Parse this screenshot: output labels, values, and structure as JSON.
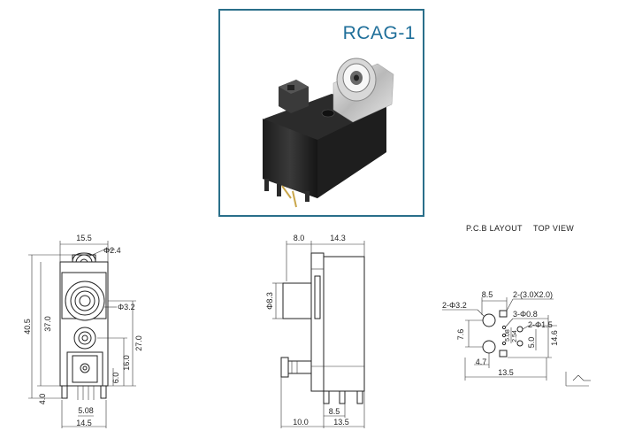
{
  "product": {
    "code": "RCAG-1"
  },
  "pcb": {
    "layout_label": "P.C.B LAYOUT",
    "view_label": "TOP VIEW"
  },
  "front_view": {
    "d_top_width": "15.5",
    "d_hole": "Φ2.4",
    "d_jack": "Φ3.2",
    "d_total_height": "40.5",
    "d_body_height": "37.0",
    "d_mid_height": "27.0",
    "d_low_height": "16.0",
    "d_pin_height": "6.0",
    "d_base": "4.0",
    "d_pitch": "5.08",
    "d_bottom_width": "14.5"
  },
  "side_view": {
    "d_front": "8.0",
    "d_depth": "14.3",
    "d_plug_dia": "Φ8.3",
    "d_bottom_left": "10.0",
    "d_pin_offset": "8.5",
    "d_bottom_right": "13.5"
  },
  "pcb_view": {
    "d_top": "8.5",
    "d_slots": "2-(3.0X2.0)",
    "d_big_holes": "2-Φ3.2",
    "d_small_holes": "3-Φ0.8",
    "d_mid_holes": "2-Φ1.5",
    "d_left": "7.6",
    "d_pin_a": "5.08",
    "d_pin_b": "2.54",
    "d_right_a": "5.0",
    "d_right_b": "14.6",
    "d_bottom_small": "4.7",
    "d_bottom": "13.5"
  }
}
